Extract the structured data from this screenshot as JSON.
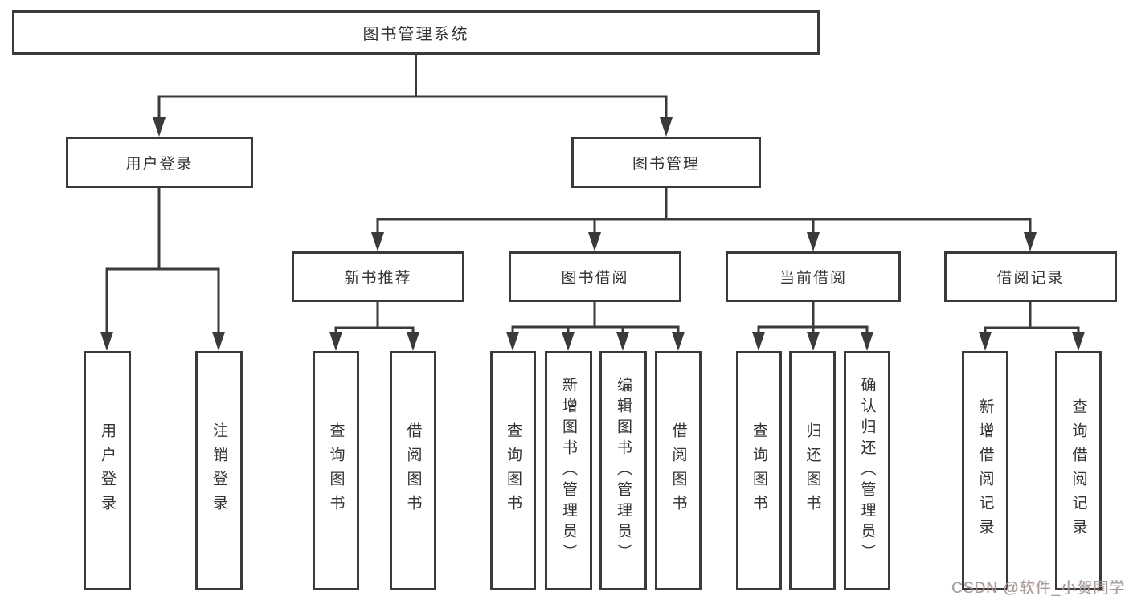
{
  "tree": {
    "label": "图书管理系统",
    "children": [
      {
        "label": "用户登录",
        "children": [
          {
            "label": "用户登录"
          },
          {
            "label": "注销登录"
          }
        ]
      },
      {
        "label": "图书管理",
        "children": [
          {
            "label": "新书推荐",
            "children": [
              {
                "label": "查询图书"
              },
              {
                "label": "借阅图书"
              }
            ]
          },
          {
            "label": "图书借阅",
            "children": [
              {
                "label": "查询图书"
              },
              {
                "label": "新增图书（管理员）"
              },
              {
                "label": "编辑图书（管理员）"
              },
              {
                "label": "借阅图书"
              }
            ]
          },
          {
            "label": "当前借阅",
            "children": [
              {
                "label": "查询图书"
              },
              {
                "label": "归还图书"
              },
              {
                "label": "确认归还（管理员）"
              }
            ]
          },
          {
            "label": "借阅记录",
            "children": [
              {
                "label": "新增借阅记录"
              },
              {
                "label": "查询借阅记录"
              }
            ]
          }
        ]
      }
    ]
  },
  "watermark": {
    "text": "CSDN @软件_小贺同学"
  },
  "colors": {
    "line": "#3a3a3a",
    "box_border": "#3a3a3a",
    "text": "#333333",
    "background": "#ffffff",
    "watermark": "#9e9e9e"
  }
}
